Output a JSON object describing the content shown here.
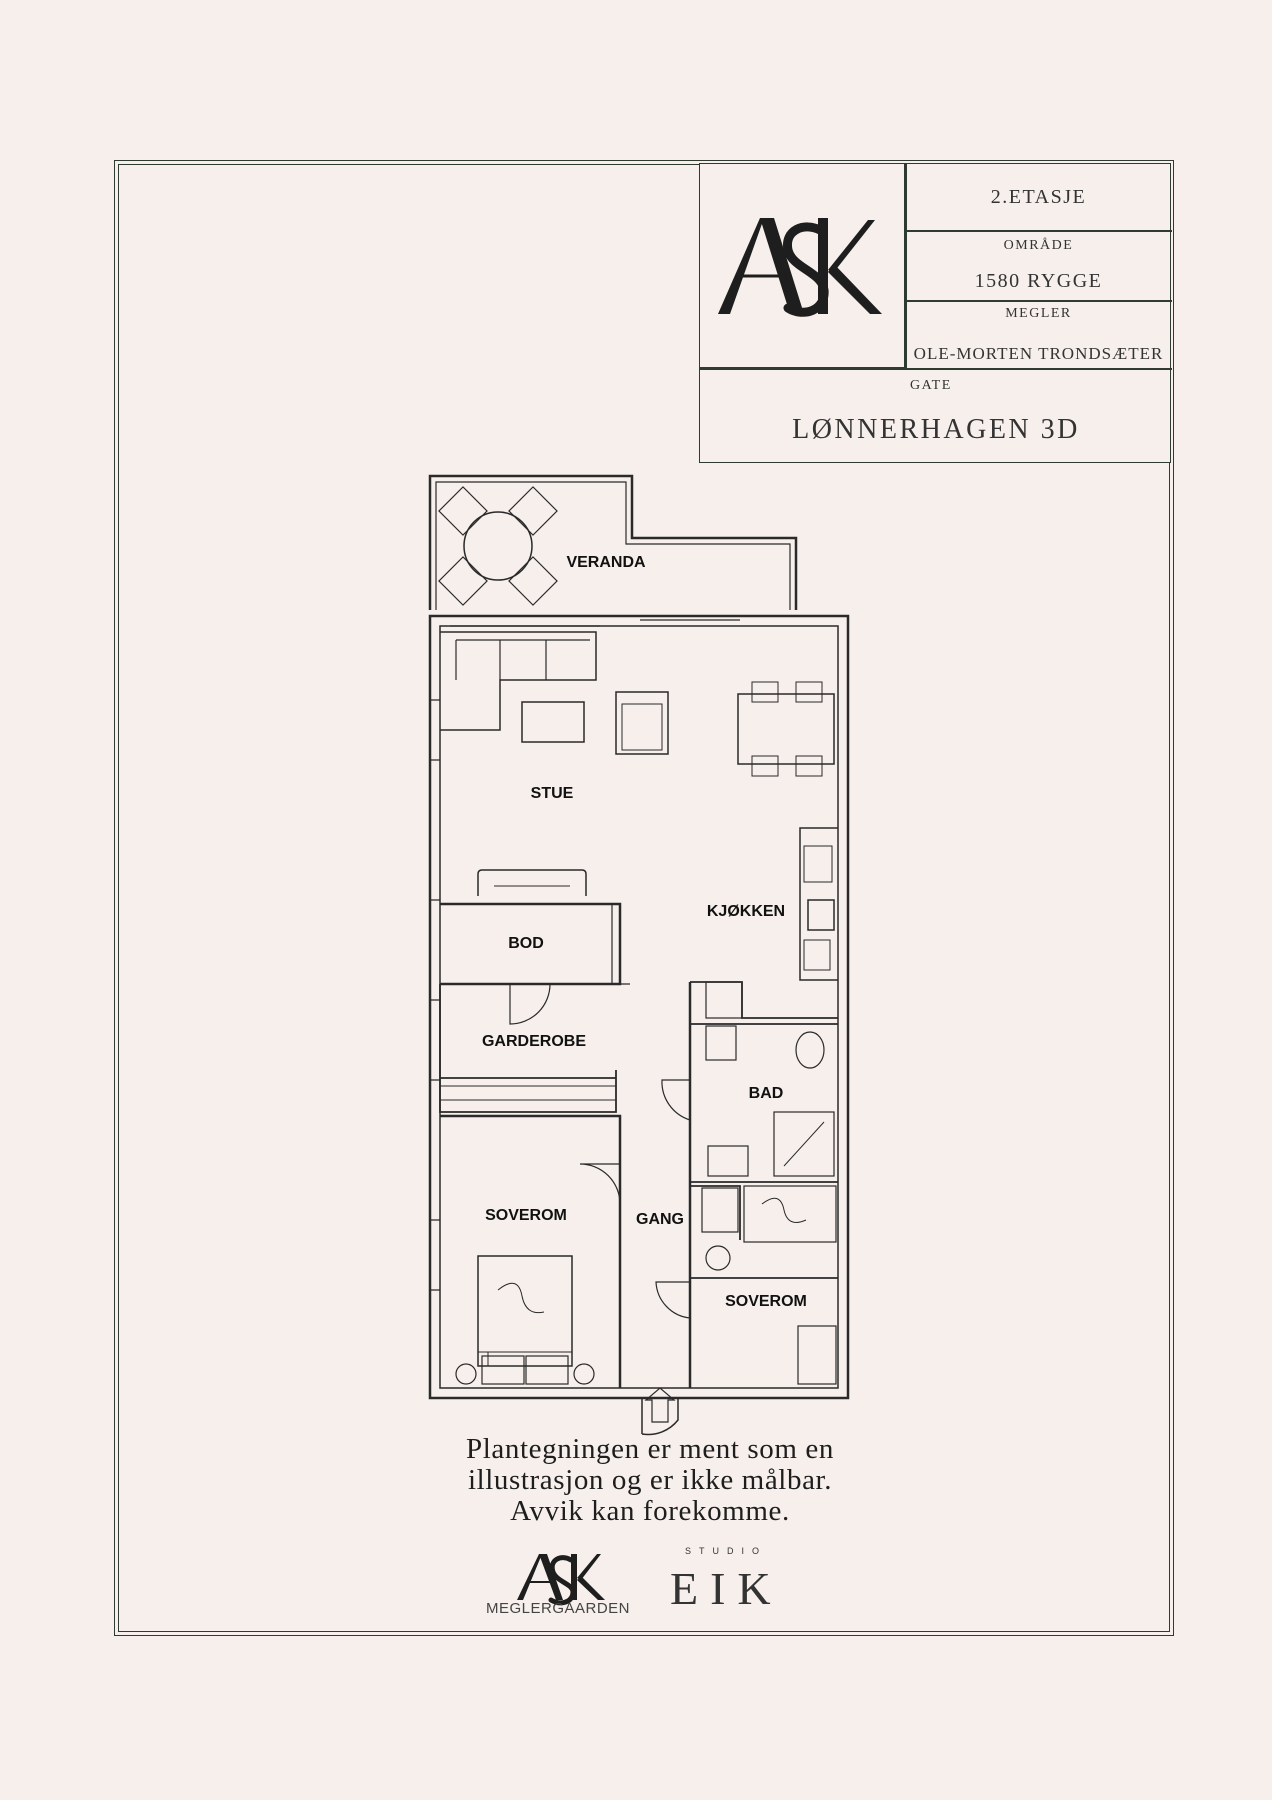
{
  "title_block": {
    "floor": "2.ETASJE",
    "area_label": "OMRÅDE",
    "area_value": "1580 RYGGE",
    "broker_label": "MEGLER",
    "broker_value": "OLE-MORTEN TRONDSÆTER",
    "street_label": "GATE",
    "street_value": "LØNNERHAGEN 3D"
  },
  "rooms": {
    "veranda": "VERANDA",
    "stue": "STUE",
    "kjokken": "KJØKKEN",
    "bod": "BOD",
    "garderobe": "GARDEROBE",
    "bad": "BAD",
    "soverom_left": "SOVEROM",
    "gang": "GANG",
    "soverom_right": "SOVEROM"
  },
  "disclaimer": {
    "line1": "Plantegningen er ment som en",
    "line2": "illustrasjon og er ikke målbar.",
    "line3": "Avvik kan forekomme."
  },
  "footer": {
    "ask_label": "MEGLERGAARDEN",
    "eik_small": "STUDIO",
    "eik_big": "EIK"
  },
  "colors": {
    "background": "#f6efec",
    "frame": "#2e3b2e",
    "plan_line": "#2a2a2a"
  }
}
